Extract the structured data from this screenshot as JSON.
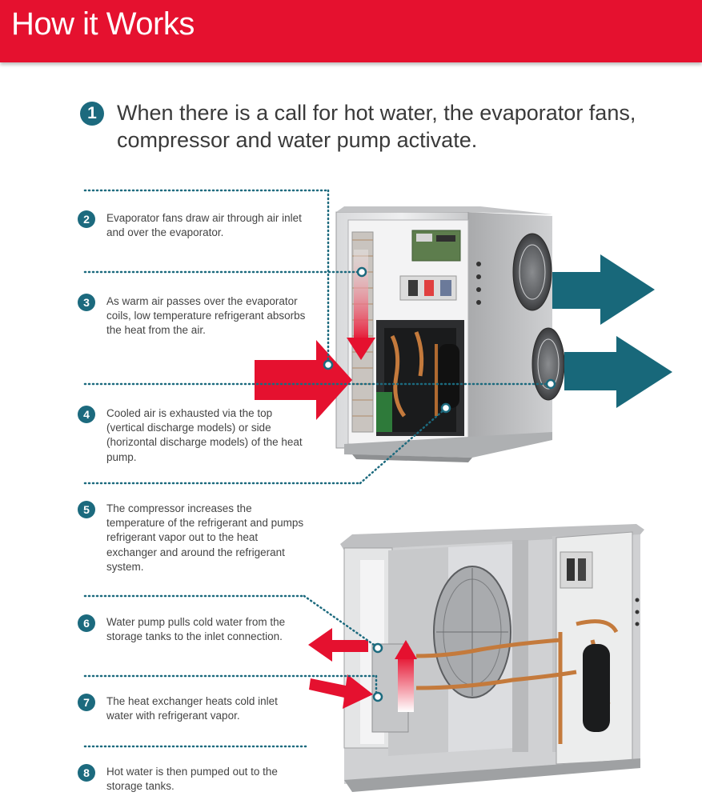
{
  "header": {
    "title": "How it Works",
    "color": "#e5112f"
  },
  "accent_color": "#1c6a7e",
  "steps": [
    {
      "number": "1",
      "text": "When there is a call for hot water, the evaporator fans, compressor and water pump activate."
    },
    {
      "number": "2",
      "text": "Evaporator fans draw air through air inlet and over the evaporator."
    },
    {
      "number": "3",
      "text": "As warm air passes over the evaporator coils, low temperature refrigerant absorbs the heat from the air."
    },
    {
      "number": "4",
      "text": "Cooled air is exhausted via the top (vertical discharge models) or side (horizontal discharge models) of the heat pump."
    },
    {
      "number": "5",
      "text": "The compressor increases the temperature of the refrigerant and pumps refrigerant vapor out to the heat exchanger and around the refrigerant system."
    },
    {
      "number": "6",
      "text": "Water pump pulls cold water from the storage tanks to the inlet connection."
    },
    {
      "number": "7",
      "text": "The heat exchanger heats cold inlet water with refrigerant vapor."
    },
    {
      "number": "8",
      "text": "Hot water is then pumped out to the storage tanks."
    }
  ],
  "images": [
    {
      "name": "heat-pump-unit-front-illustration"
    },
    {
      "name": "heat-pump-unit-side-illustration"
    }
  ]
}
